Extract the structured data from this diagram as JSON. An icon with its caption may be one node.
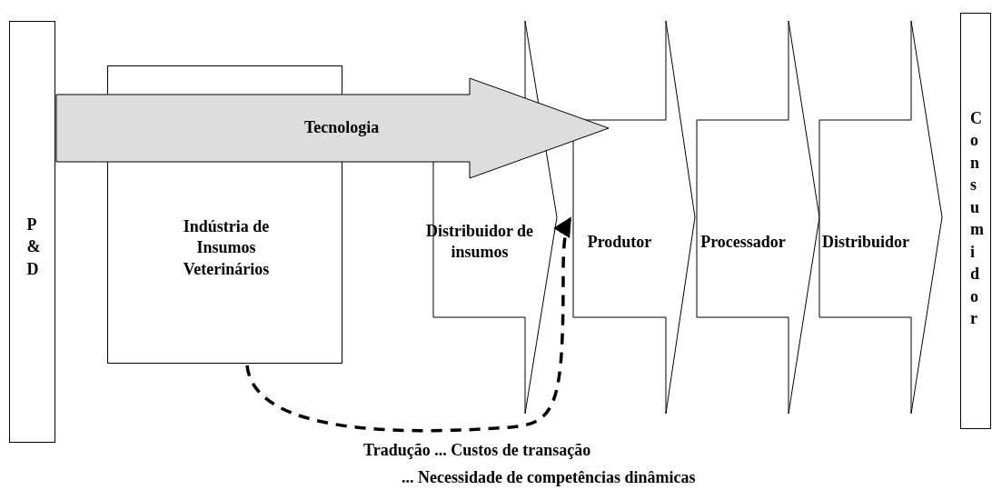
{
  "diagram": {
    "nodes": [
      {
        "text": [
          "P&D"
        ]
      },
      {
        "text": [
          "Indústria de Insumos Veterinários"
        ]
      },
      {
        "text": [
          "Distribuidor de insumos"
        ]
      },
      {
        "text": [
          "Produtor"
        ]
      },
      {
        "text": [
          "Processador"
        ]
      },
      {
        "text": [
          "Distribuidor"
        ]
      },
      {
        "text": [
          "Consumidor"
        ]
      }
    ],
    "edges": [
      {
        "from": 0,
        "to": 3,
        "arrow": "to",
        "label": "Tecnologia",
        "style": "thick",
        "color": "#dddddd"
      },
      {
        "from": 1,
        "to": 3,
        "arrow": "to",
        "style": "dashed"
      }
    ],
    "labels": [
      "Tradução ... Custos de transação",
      "... Necessidade de competências dinâmicas"
    ]
  }
}
